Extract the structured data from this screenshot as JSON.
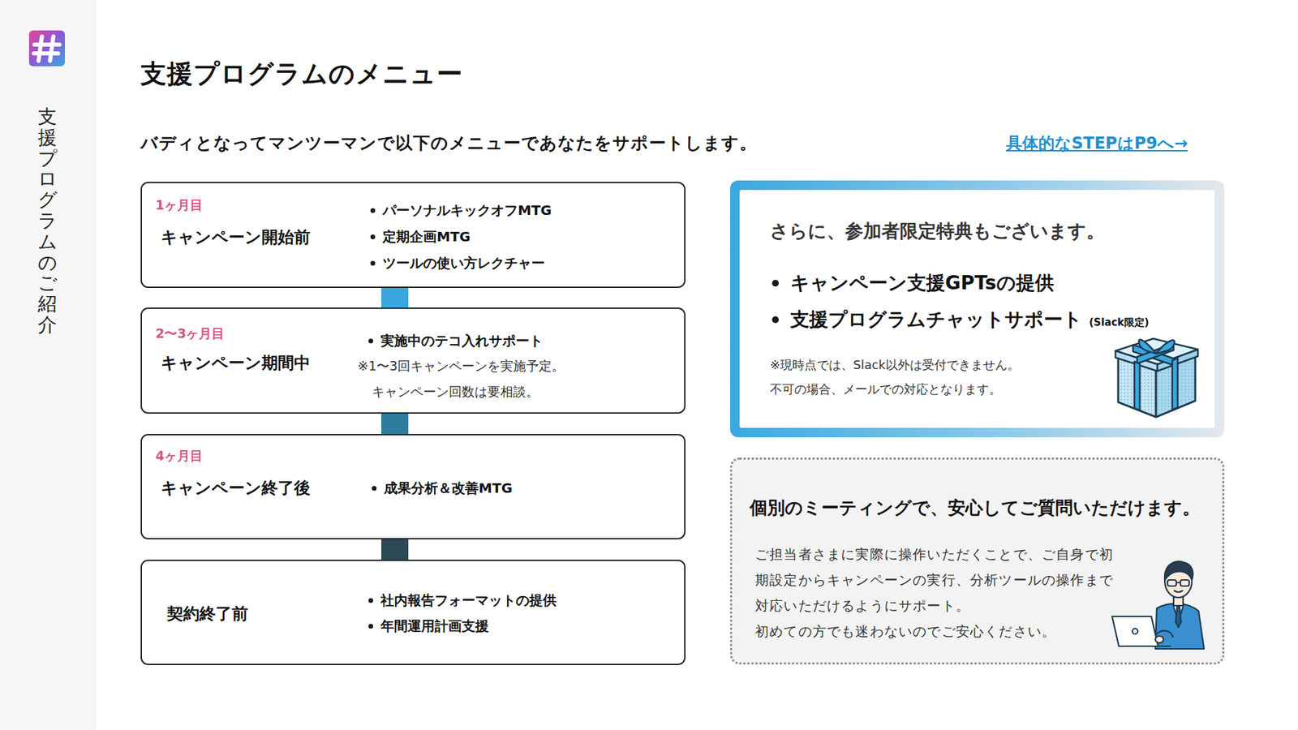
{
  "diagram": {
    "title": "支援プログラムのメニュー",
    "nodes": [
      {
        "text": [
          "1ヶ月目",
          "キャンペーン開始前",
          "パーソナルキックオフMTG",
          "定期企画MTG",
          "ツールの使い方レクチャー"
        ]
      },
      {
        "text": [
          "2〜3ヶ月目",
          "キャンペーン期間中",
          "実施中のテコ入れサポート",
          "※1〜3回キャンペーンを実施予定。",
          "キャンペーン回数は要相談。"
        ]
      },
      {
        "text": [
          "4ヶ月目",
          "キャンペーン終了後",
          "成果分析＆改善MTG"
        ]
      },
      {
        "text": [
          "契約終了前",
          "社内報告フォーマットの提供",
          "年間運用計画支援"
        ]
      },
      {
        "text": [
          "さらに、参加者限定特典もございます。",
          "キャンペーン支援GPTsの提供",
          "支援プログラムチャットサポート",
          "(Slack限定)",
          "※現時点では、Slack以外は受付できません。",
          "不可の場合、メールでの対応となります。"
        ]
      },
      {
        "text": [
          "個別のミーティングで、安心してご質問いただけます。",
          "ご担当者さまに実際に操作いただくことで、ご自身で初期設定からキャンペーンの実行、分析ツールの操作まで対応いただけるようにサポート。",
          "初めての方でも迷わないのでご安心ください。"
        ]
      }
    ],
    "edges": [
      {
        "from": 0,
        "to": 1,
        "arrow": "none"
      },
      {
        "from": 1,
        "to": 2,
        "arrow": "none"
      },
      {
        "from": 2,
        "to": 3,
        "arrow": "none"
      }
    ],
    "labels": [
      "支援プログラムのご紹介",
      "バディとなってマンツーマンで以下のメニューであなたをサポートします。",
      "具体的なSTEPはP9へ→"
    ]
  }
}
